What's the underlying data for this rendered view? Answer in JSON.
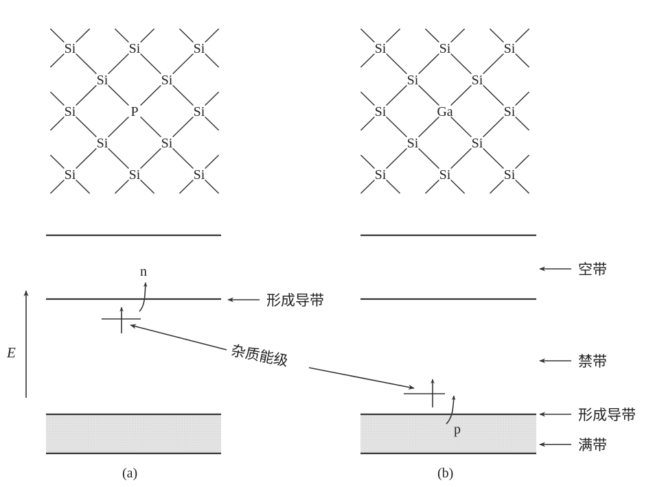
{
  "lattice_a": {
    "rows": [
      [
        "Si",
        "Si",
        "Si"
      ],
      [
        "Si",
        "Si"
      ],
      [
        "Si",
        "P",
        "Si"
      ],
      [
        "Si",
        "Si"
      ],
      [
        "Si",
        "Si",
        "Si"
      ]
    ]
  },
  "lattice_b": {
    "rows": [
      [
        "Si",
        "Si",
        "Si"
      ],
      [
        "Si",
        "Si"
      ],
      [
        "Si",
        "Ga",
        "Si"
      ],
      [
        "Si",
        "Si"
      ],
      [
        "Si",
        "Si",
        "Si"
      ]
    ]
  },
  "energy_axis": {
    "label": "E"
  },
  "carriers": {
    "electron": "n",
    "hole": "p"
  },
  "labels": {
    "empty_band": "空带",
    "conduction_band": "形成导带",
    "impurity_level": "杂质能级",
    "forbidden_band": "禁带",
    "valence_formed_band": "形成导带",
    "filled_band": "满带"
  },
  "captions": {
    "a": "(a)",
    "b": "(b)"
  },
  "colors": {
    "ink": "#333333",
    "fill_band": "#e4e4e4"
  }
}
